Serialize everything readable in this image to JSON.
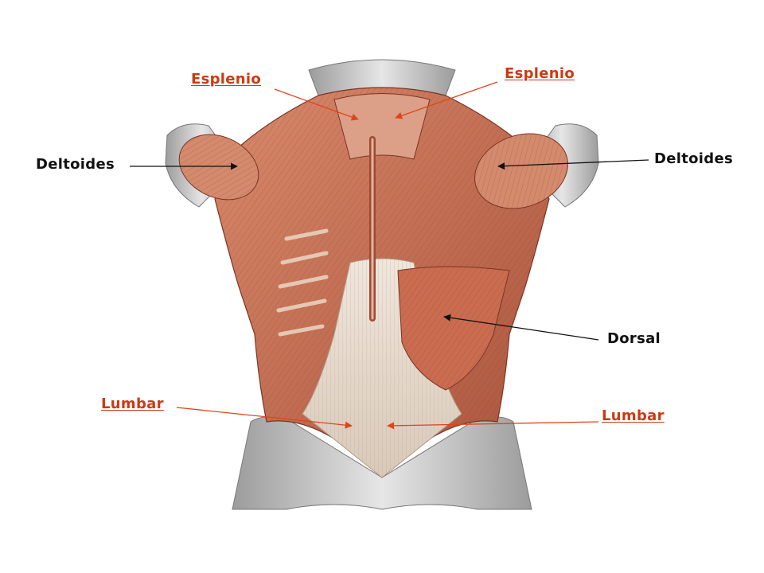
{
  "labels": {
    "esplenio_left": "Esplenio",
    "esplenio_right": "Esplenio",
    "deltoides_left": "Deltoides",
    "deltoides_right": "Deltoides",
    "dorsal": "Dorsal",
    "lumbar_left": "Lumbar",
    "lumbar_right": "Lumbar"
  },
  "colors": {
    "highlight_label": "#cc3a12",
    "plain_label": "#111111",
    "muscle": "#c9745a",
    "muscle_dark": "#9e4a35",
    "tendon": "#e9ddd0",
    "skin_grey": "#c8c8c8"
  }
}
